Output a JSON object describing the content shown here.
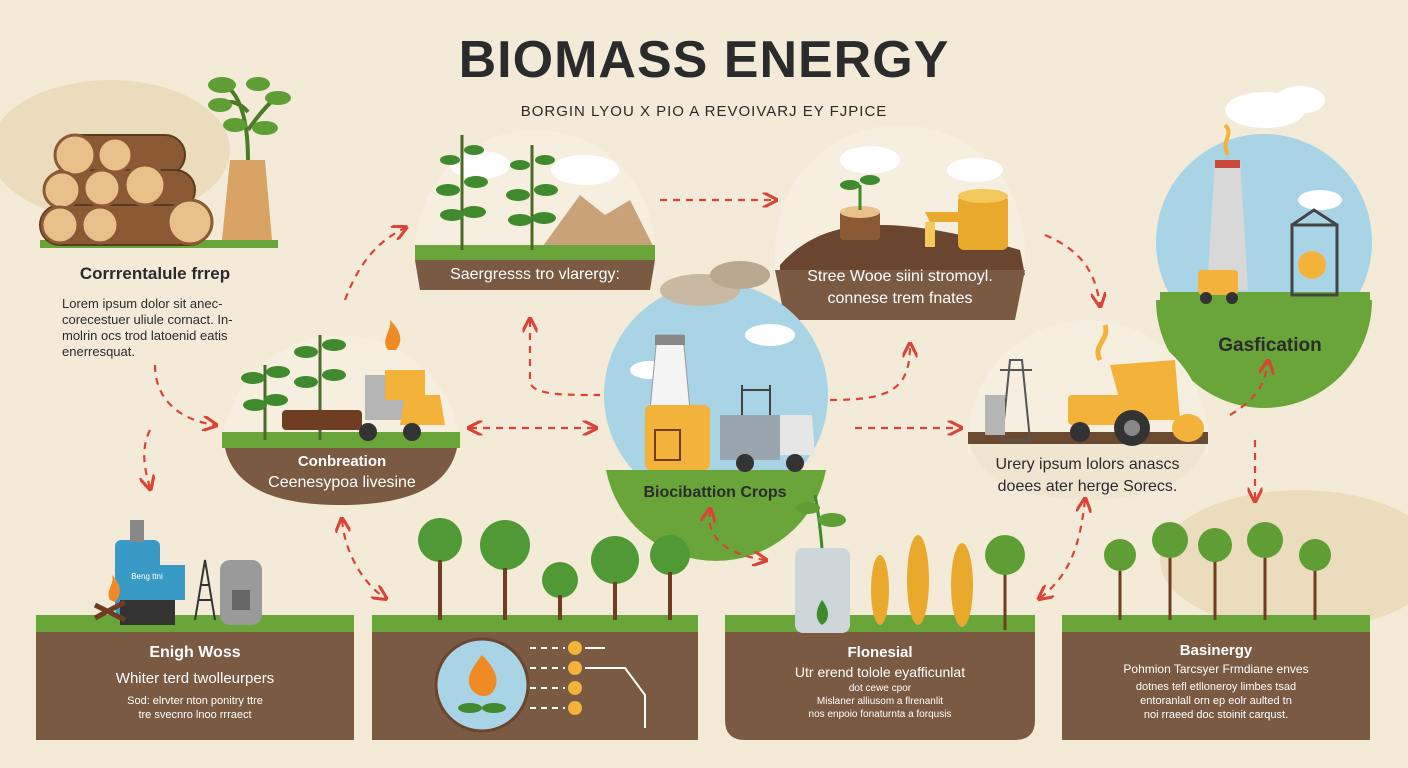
{
  "header": {
    "title": "BIOMASS ENERGY",
    "subtitle": "BORGIN LYOU X PIO A REVOIVARJ EY FJPICE"
  },
  "nodes": {
    "wood": {
      "title": "Corrrentalule frrep",
      "text": [
        "Lorem ipsum dolor sit anec-",
        "corecestuer uliule cornact. In-",
        "molrin ocs trod latoenid eatis",
        "enerresquat."
      ]
    },
    "saplings": {
      "caption": "Saergresss tro vlarergy:"
    },
    "sprout": {
      "caption": [
        "Stree Wooe siini stromoyl.",
        "connese trem fnates"
      ]
    },
    "gasification": {
      "title": "Gasfication"
    },
    "combustion": {
      "title": "Conbreation",
      "caption": "Ceenesypoa livesine"
    },
    "center": {
      "title": "Biocibattion Crops",
      "sign": "☐"
    },
    "machinery": {
      "caption": [
        "Urery ipsum lolors anascs",
        "doees ater herge Sorecs."
      ]
    }
  },
  "panels": [
    {
      "title": "Enigh Woss",
      "subtitle": "Whiter terd twolleurpers",
      "text": [
        "Sod: elrvter nton ponitry ttre",
        "tre svecnro lnoo rrraect"
      ],
      "tank_label": "Beng ttni"
    },
    {
      "title": "",
      "subtitle": "",
      "text": []
    },
    {
      "title": "Flonesial",
      "subtitle": "Utr erend tolole eyafficunlat",
      "text": [
        "dot cewe cpor",
        "Mislaner alliusom a flrenanlit",
        "nos enpoio fonaturnta a forqusis"
      ]
    },
    {
      "title": "Basinergy",
      "subtitle": "Pohmion Tarcsyer Frmdiane enves",
      "text": [
        "dotnes tefl etlloneroy limbes tsad",
        "entoranlall orn ep eolr aulted tn",
        "noi rraeed doc stoinit carqust."
      ]
    }
  ],
  "colors": {
    "background": "#f3ead7",
    "soil": "#7a5a43",
    "grass": "#6aa53a",
    "arrow": "#d94436",
    "accent": "#f3b33b"
  }
}
